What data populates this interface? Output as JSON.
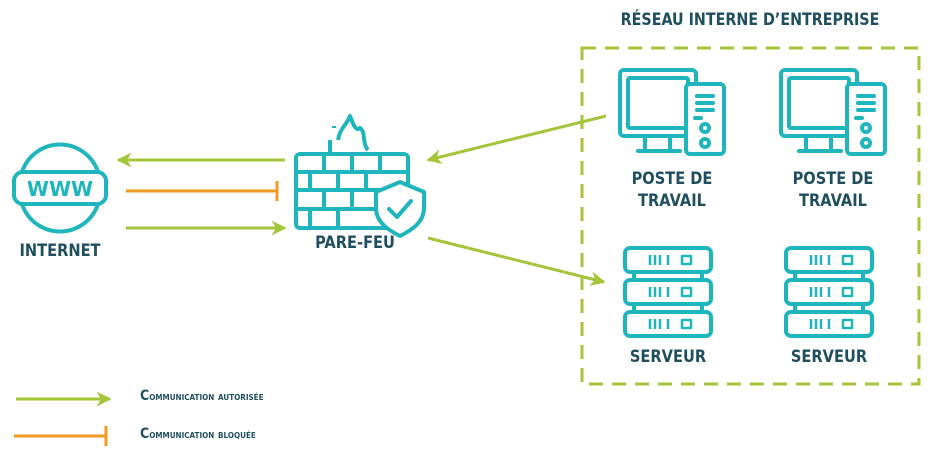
{
  "colors": {
    "teal": "#1fb5bd",
    "dark_text": "#1f4f5f",
    "green": "#a4c43a",
    "orange": "#f29a1f"
  },
  "network": {
    "title": "RÉSEAU INTERNE D’ENTREPRISE",
    "workstations": [
      {
        "icon": "desktop-computer-icon",
        "label_line1": "POSTE DE",
        "label_line2": "TRAVAIL"
      },
      {
        "icon": "desktop-computer-icon",
        "label_line1": "POSTE DE",
        "label_line2": "TRAVAIL"
      }
    ],
    "servers": [
      {
        "icon": "server-rack-icon",
        "label": "SERVEUR"
      },
      {
        "icon": "server-rack-icon",
        "label": "SERVEUR"
      }
    ]
  },
  "internet": {
    "icon": "www-globe-icon",
    "label": "INTERNET",
    "globe_text": "WWW"
  },
  "firewall": {
    "icon": "firewall-brick-wall-icon",
    "badge_icon": "shield-check-icon",
    "label": "PARE-FEU"
  },
  "connections": [
    {
      "from": "PARE-FEU",
      "to": "INTERNET",
      "type": "autorisée"
    },
    {
      "from": "INTERNET",
      "to": "PARE-FEU",
      "type": "bloquée"
    },
    {
      "from": "INTERNET",
      "to": "PARE-FEU",
      "type": "autorisée"
    },
    {
      "from": "POSTE DE TRAVAIL",
      "to": "PARE-FEU",
      "type": "autorisée"
    },
    {
      "from": "PARE-FEU",
      "to": "SERVEUR",
      "type": "autorisée"
    }
  ],
  "legend": {
    "allowed": {
      "first": "C",
      "rest": "ommunication autorisée"
    },
    "blocked": {
      "first": "C",
      "rest": "ommunication bloquée"
    }
  }
}
